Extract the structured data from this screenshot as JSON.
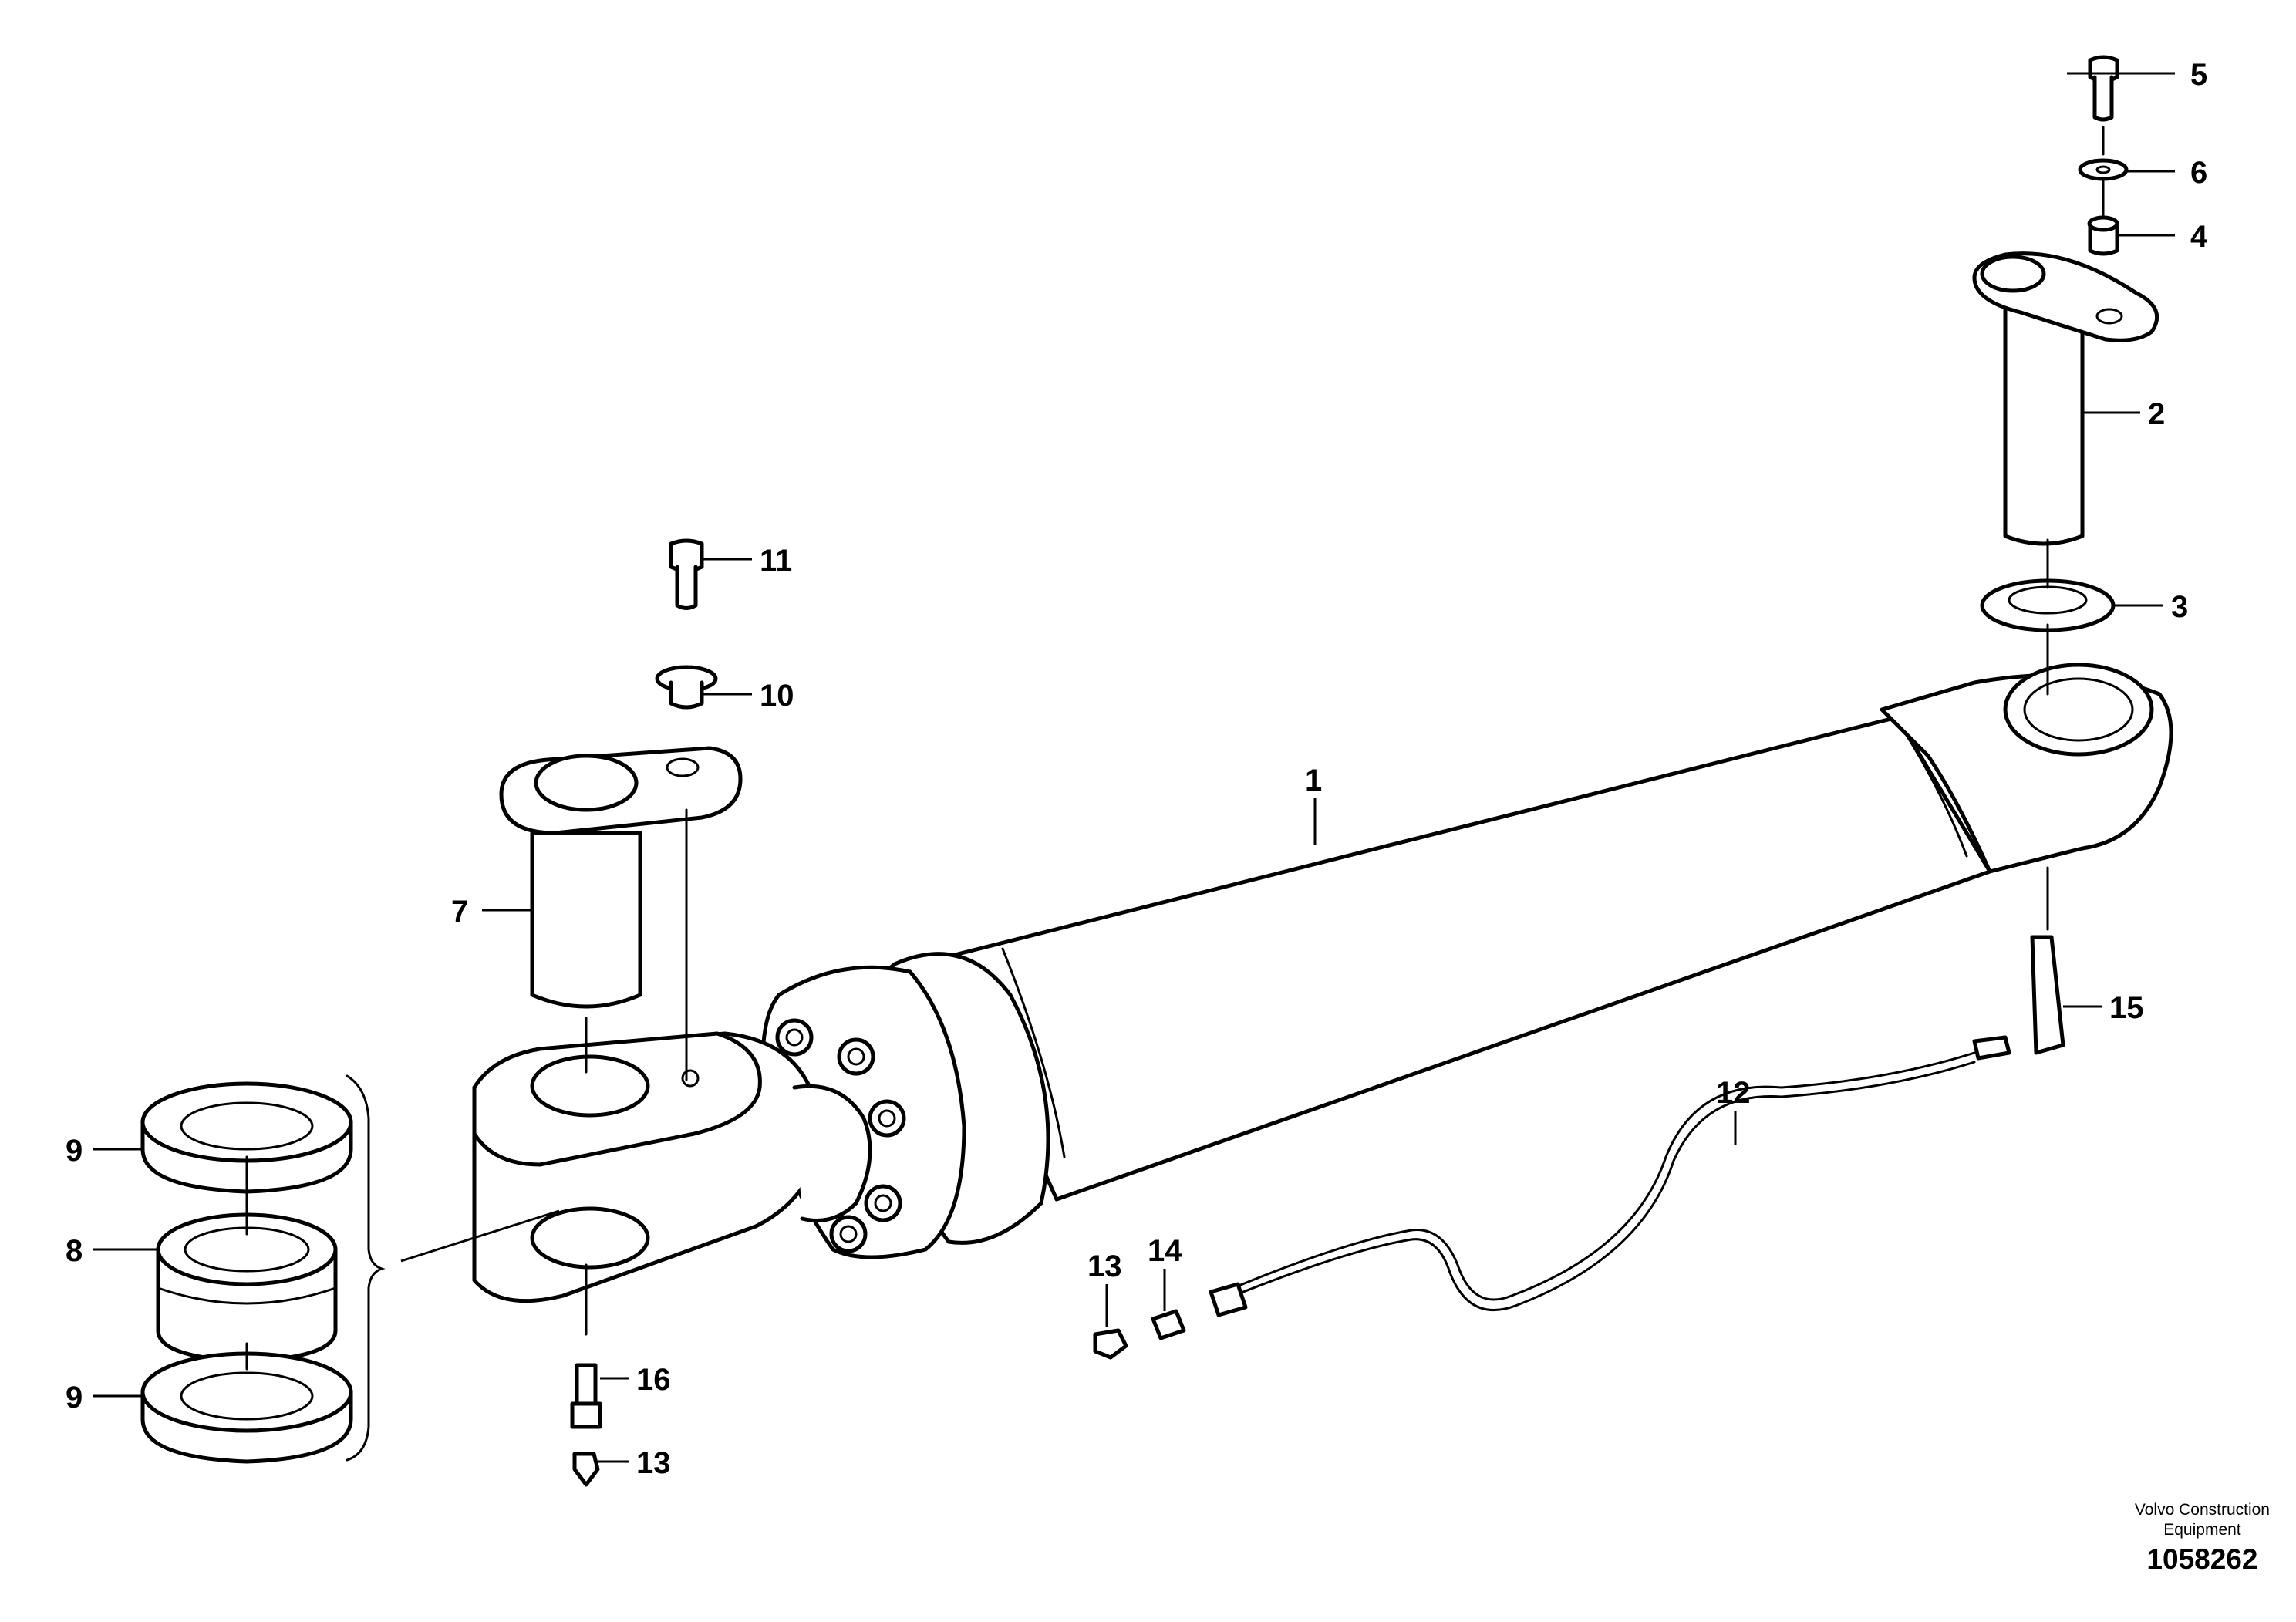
{
  "diagram": {
    "callouts": [
      {
        "id": "c1",
        "label": "1"
      },
      {
        "id": "c2",
        "label": "2"
      },
      {
        "id": "c3",
        "label": "3"
      },
      {
        "id": "c4",
        "label": "4"
      },
      {
        "id": "c5",
        "label": "5"
      },
      {
        "id": "c6",
        "label": "6"
      },
      {
        "id": "c7",
        "label": "7"
      },
      {
        "id": "c8",
        "label": "8"
      },
      {
        "id": "c9a",
        "label": "9"
      },
      {
        "id": "c9b",
        "label": "9"
      },
      {
        "id": "c10",
        "label": "10"
      },
      {
        "id": "c11",
        "label": "11"
      },
      {
        "id": "c12",
        "label": "12"
      },
      {
        "id": "c13a",
        "label": "13"
      },
      {
        "id": "c13b",
        "label": "13"
      },
      {
        "id": "c14",
        "label": "14"
      },
      {
        "id": "c15",
        "label": "15"
      },
      {
        "id": "c16",
        "label": "16"
      }
    ]
  },
  "credit": {
    "line1": "Volvo Construction",
    "line2": "Equipment",
    "code": "1058262"
  }
}
